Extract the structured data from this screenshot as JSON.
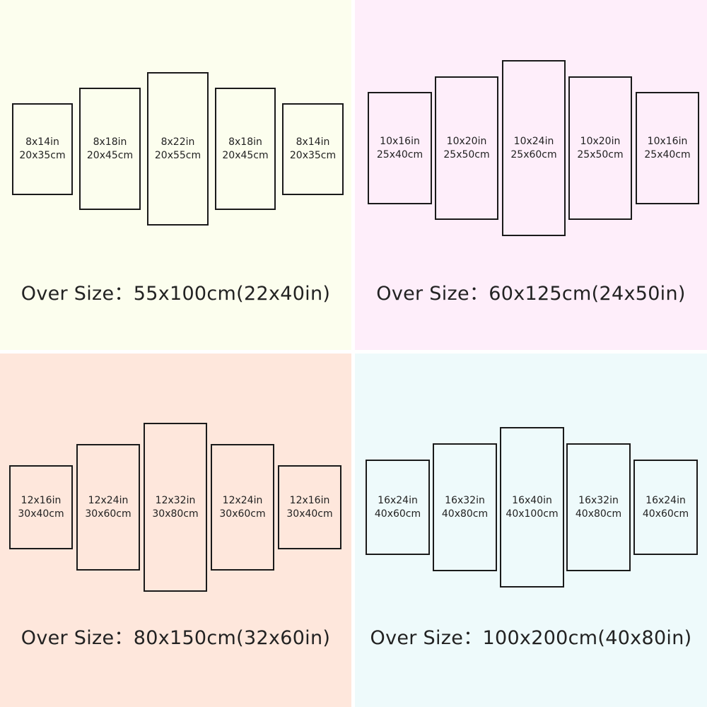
{
  "quadrants": [
    {
      "background": "#fcfeee",
      "over_size_label": "Over Size",
      "over_size_value": "55x100cm(22x40in)",
      "panels": [
        {
          "in": "8x14in",
          "cm": "20x35cm"
        },
        {
          "in": "8x18in",
          "cm": "20x45cm"
        },
        {
          "in": "8x22in",
          "cm": "20x55cm"
        },
        {
          "in": "8x18in",
          "cm": "20x45cm"
        },
        {
          "in": "8x14in",
          "cm": "20x35cm"
        }
      ]
    },
    {
      "background": "#feeefa",
      "over_size_label": "Over Size",
      "over_size_value": "60x125cm(24x50in)",
      "panels": [
        {
          "in": "10x16in",
          "cm": "25x40cm"
        },
        {
          "in": "10x20in",
          "cm": "25x50cm"
        },
        {
          "in": "10x24in",
          "cm": "25x60cm"
        },
        {
          "in": "10x20in",
          "cm": "25x50cm"
        },
        {
          "in": "10x16in",
          "cm": "25x40cm"
        }
      ]
    },
    {
      "background": "#fee7dc",
      "over_size_label": "Over Size",
      "over_size_value": "80x150cm(32x60in)",
      "panels": [
        {
          "in": "12x16in",
          "cm": "30x40cm"
        },
        {
          "in": "12x24in",
          "cm": "30x60cm"
        },
        {
          "in": "12x32in",
          "cm": "30x80cm"
        },
        {
          "in": "12x24in",
          "cm": "30x60cm"
        },
        {
          "in": "12x16in",
          "cm": "30x40cm"
        }
      ]
    },
    {
      "background": "#eefafb",
      "over_size_label": "Over Size",
      "over_size_value": "100x200cm(40x80in)",
      "panels": [
        {
          "in": "16x24in",
          "cm": "40x60cm"
        },
        {
          "in": "16x32in",
          "cm": "40x80cm"
        },
        {
          "in": "16x40in",
          "cm": "40x100cm"
        },
        {
          "in": "16x32in",
          "cm": "40x80cm"
        },
        {
          "in": "16x24in",
          "cm": "40x60cm"
        }
      ]
    }
  ]
}
